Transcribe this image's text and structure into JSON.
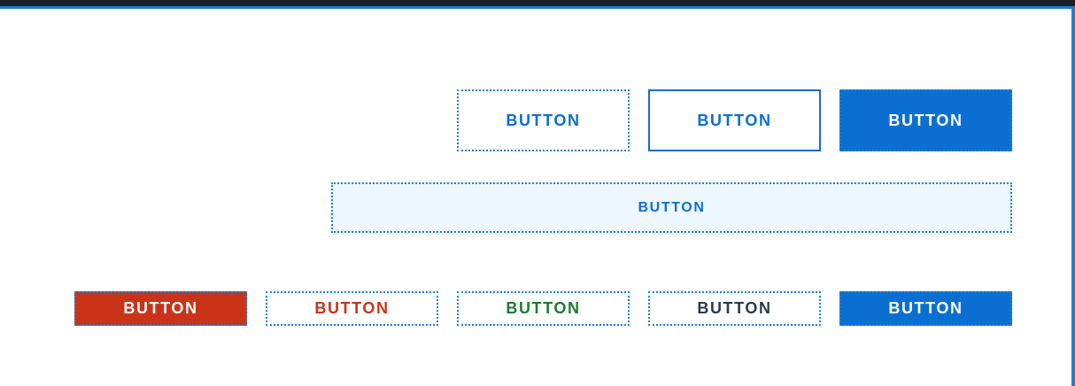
{
  "colors": {
    "brand_blue": "#0b6fd1",
    "danger_red": "#c93418",
    "success_green": "#1e7b32",
    "neutral_dark": "#2c3a4b",
    "tint_blue_bg": "#eef6fe",
    "frame_dark": "#1b2129"
  },
  "row1": {
    "text_button": "BUTTON",
    "outline_button": "BUTTON",
    "primary_button": "BUTTON"
  },
  "row2": {
    "full_width_button": "BUTTON"
  },
  "row3": {
    "destructive_button": "BUTTON",
    "destructive_text_button": "BUTTON",
    "success_text_button": "BUTTON",
    "neutral_text_button": "BUTTON",
    "brand_button": "BUTTON"
  }
}
